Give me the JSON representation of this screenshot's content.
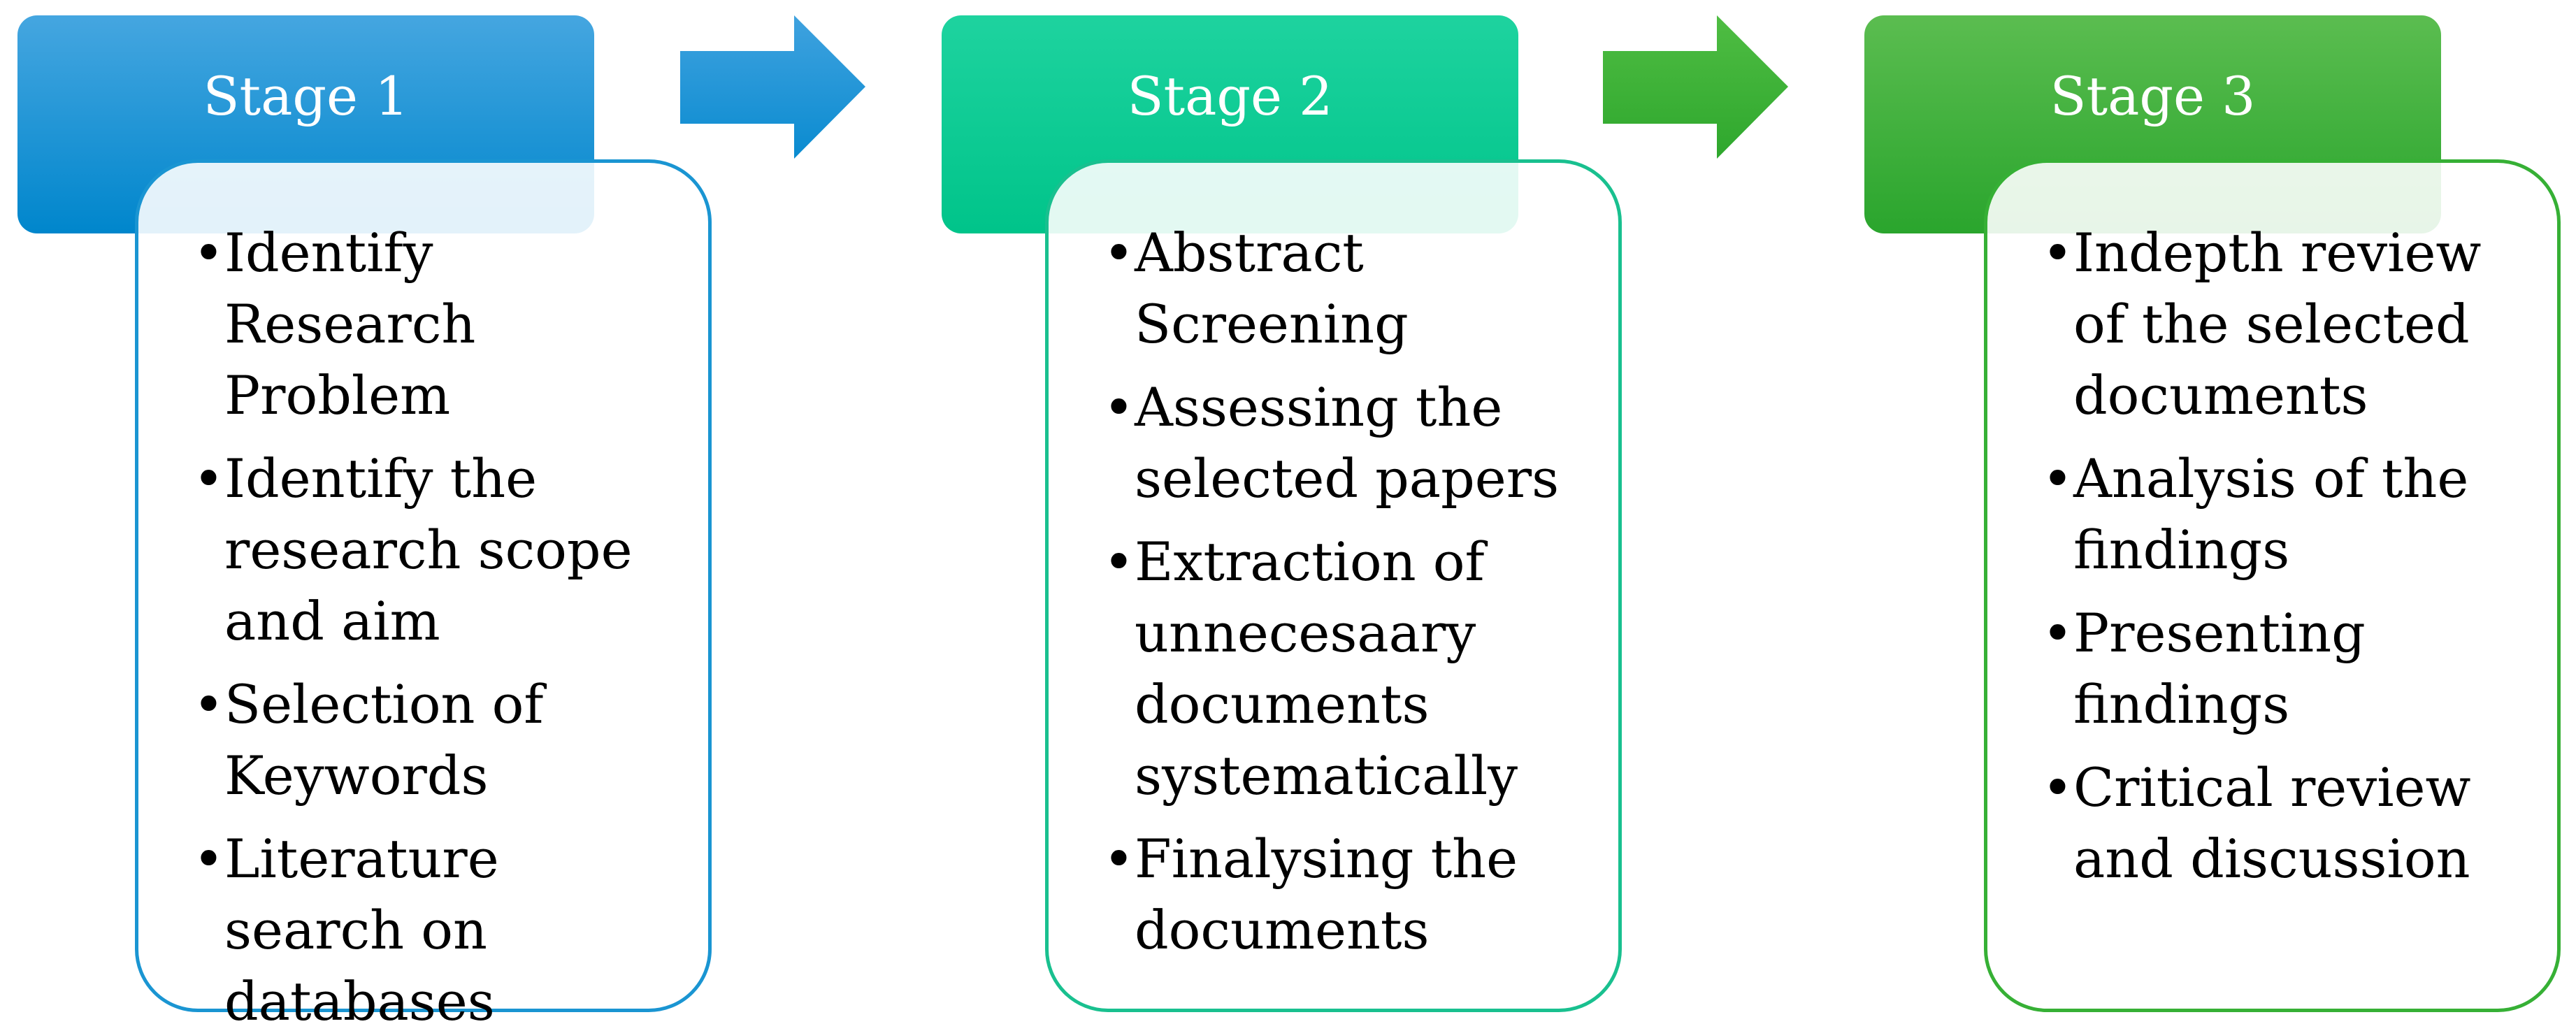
{
  "stages": [
    {
      "title": "Stage 1",
      "colors": {
        "header_top": "#45a6e0",
        "header_bottom": "#0086cc",
        "border": "#1a95d2"
      },
      "items": [
        "Identify Research Problem",
        "Identify the research scope and aim",
        "Selection of Keywords",
        "Literature search on databases"
      ]
    },
    {
      "title": "Stage 2",
      "colors": {
        "header_top": "#1ed39f",
        "header_bottom": "#00c48a",
        "border": "#19c08f"
      },
      "items": [
        "Abstract Screening",
        "Assessing the selected papers",
        "Extraction of unnecesaary documents systematically",
        "Finalysing the documents"
      ]
    },
    {
      "title": "Stage 3",
      "colors": {
        "header_top": "#5bbd50",
        "header_bottom": "#2aa52d",
        "border": "#36b035"
      },
      "items": [
        "Indepth review of the selected documents",
        "Analysis of the findings",
        "Presenting findings",
        "Critical review and discussion"
      ]
    }
  ],
  "arrows": [
    {
      "color_start": "#3fa2df",
      "color_end": "#0a8bd0"
    },
    {
      "color_start": "#4fbd43",
      "color_end": "#2ea72d"
    }
  ],
  "bullet_char": "•"
}
